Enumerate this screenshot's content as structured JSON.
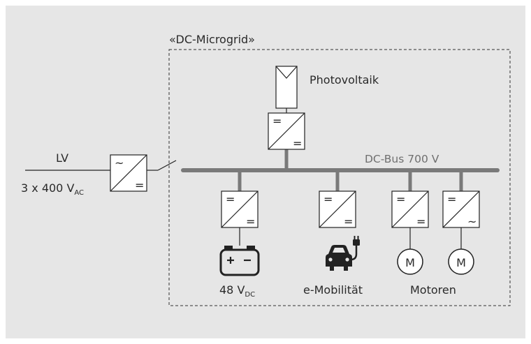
{
  "colors": {
    "background": "#e6e6e6",
    "bus": "#7a7a7a",
    "line": "#222222",
    "bus_label": "#6f6f6f"
  },
  "grid": {
    "label": "LV",
    "voltage_main": "3 x 400 V",
    "voltage_sub": "AC"
  },
  "microgrid": {
    "title": "«DC-Microgrid»"
  },
  "bus": {
    "label": "DC-Bus 700 V"
  },
  "pv": {
    "label": "Photovoltaik"
  },
  "battery": {
    "voltage_main": "48 V",
    "voltage_sub": "DC"
  },
  "ev": {
    "label": "e-Mobilität"
  },
  "motors": {
    "label": "Motoren",
    "symbol": "M"
  },
  "converter_symbols": {
    "ac": "~",
    "dc": "="
  },
  "icons": [
    "solar-panel-icon",
    "converter-icon",
    "battery-icon",
    "electric-car-icon",
    "plug-icon",
    "motor-icon",
    "switch-icon"
  ]
}
